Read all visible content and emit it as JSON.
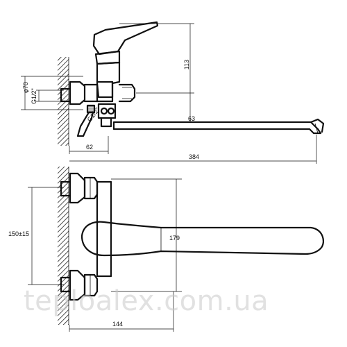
{
  "dimensions": {
    "height_top": "113",
    "spout_height": "63",
    "diameter": "φ70",
    "thread_top": "G1/2\"",
    "thread_bottom": "G1/2\"",
    "wall_offset_top": "62",
    "spout_length": "384",
    "center_distance": "150±15",
    "body_height": "179",
    "wall_offset_bottom": "144"
  },
  "watermark": "teploalex.com.ua"
}
